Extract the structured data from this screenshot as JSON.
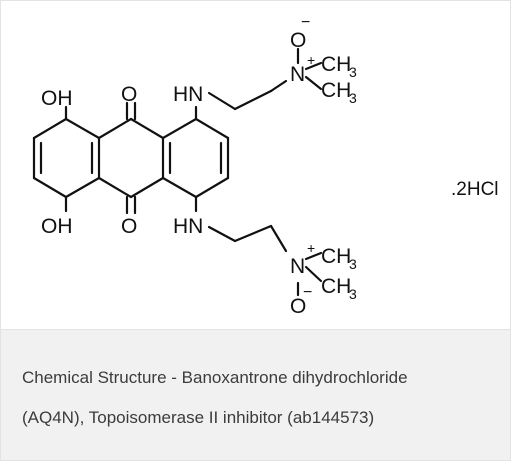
{
  "structure": {
    "atoms": {
      "oh_top": "OH",
      "o_top": "O",
      "hn_top": "HN",
      "oh_bottom": "OH",
      "o_bottom": "O",
      "hn_bottom": "HN",
      "o_minus_top": "O",
      "n_top": "N",
      "ch3_top_1": "CH",
      "ch3_top_2": "CH",
      "n_bottom": "N",
      "ch3_bottom_1": "CH",
      "ch3_bottom_2": "CH",
      "o_minus_bottom": "O",
      "subscript_3": "3",
      "minus": "−",
      "plus": "+"
    },
    "salt_label": ".2HCl"
  },
  "caption": {
    "line1": "Chemical Structure - Banoxantrone dihydrochloride",
    "line2": "(AQ4N), Topoisomerase II inhibitor (ab144573)"
  }
}
